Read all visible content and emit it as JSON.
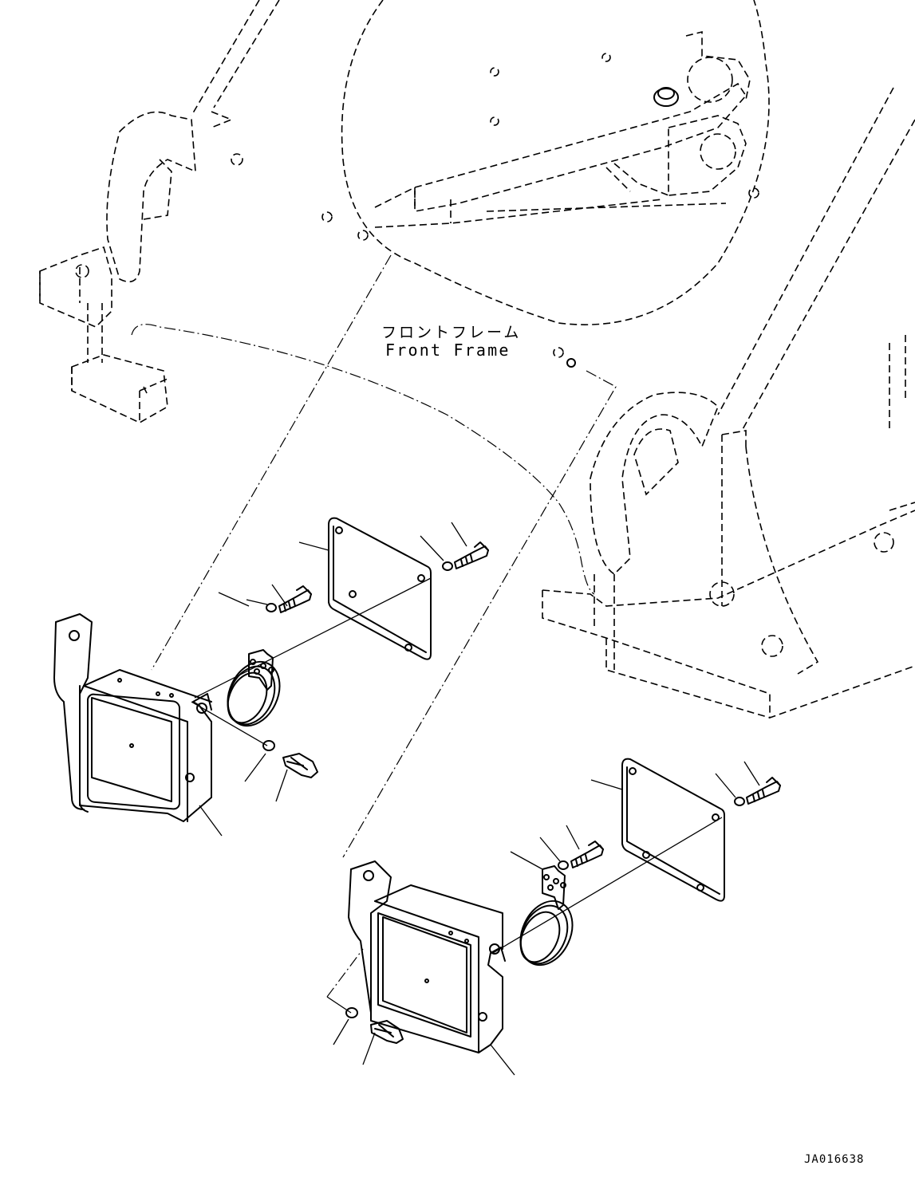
{
  "labels": {
    "frame_jp": "フロントフレーム",
    "frame_en": "Front Frame",
    "drawing_id": "JA016638"
  }
}
